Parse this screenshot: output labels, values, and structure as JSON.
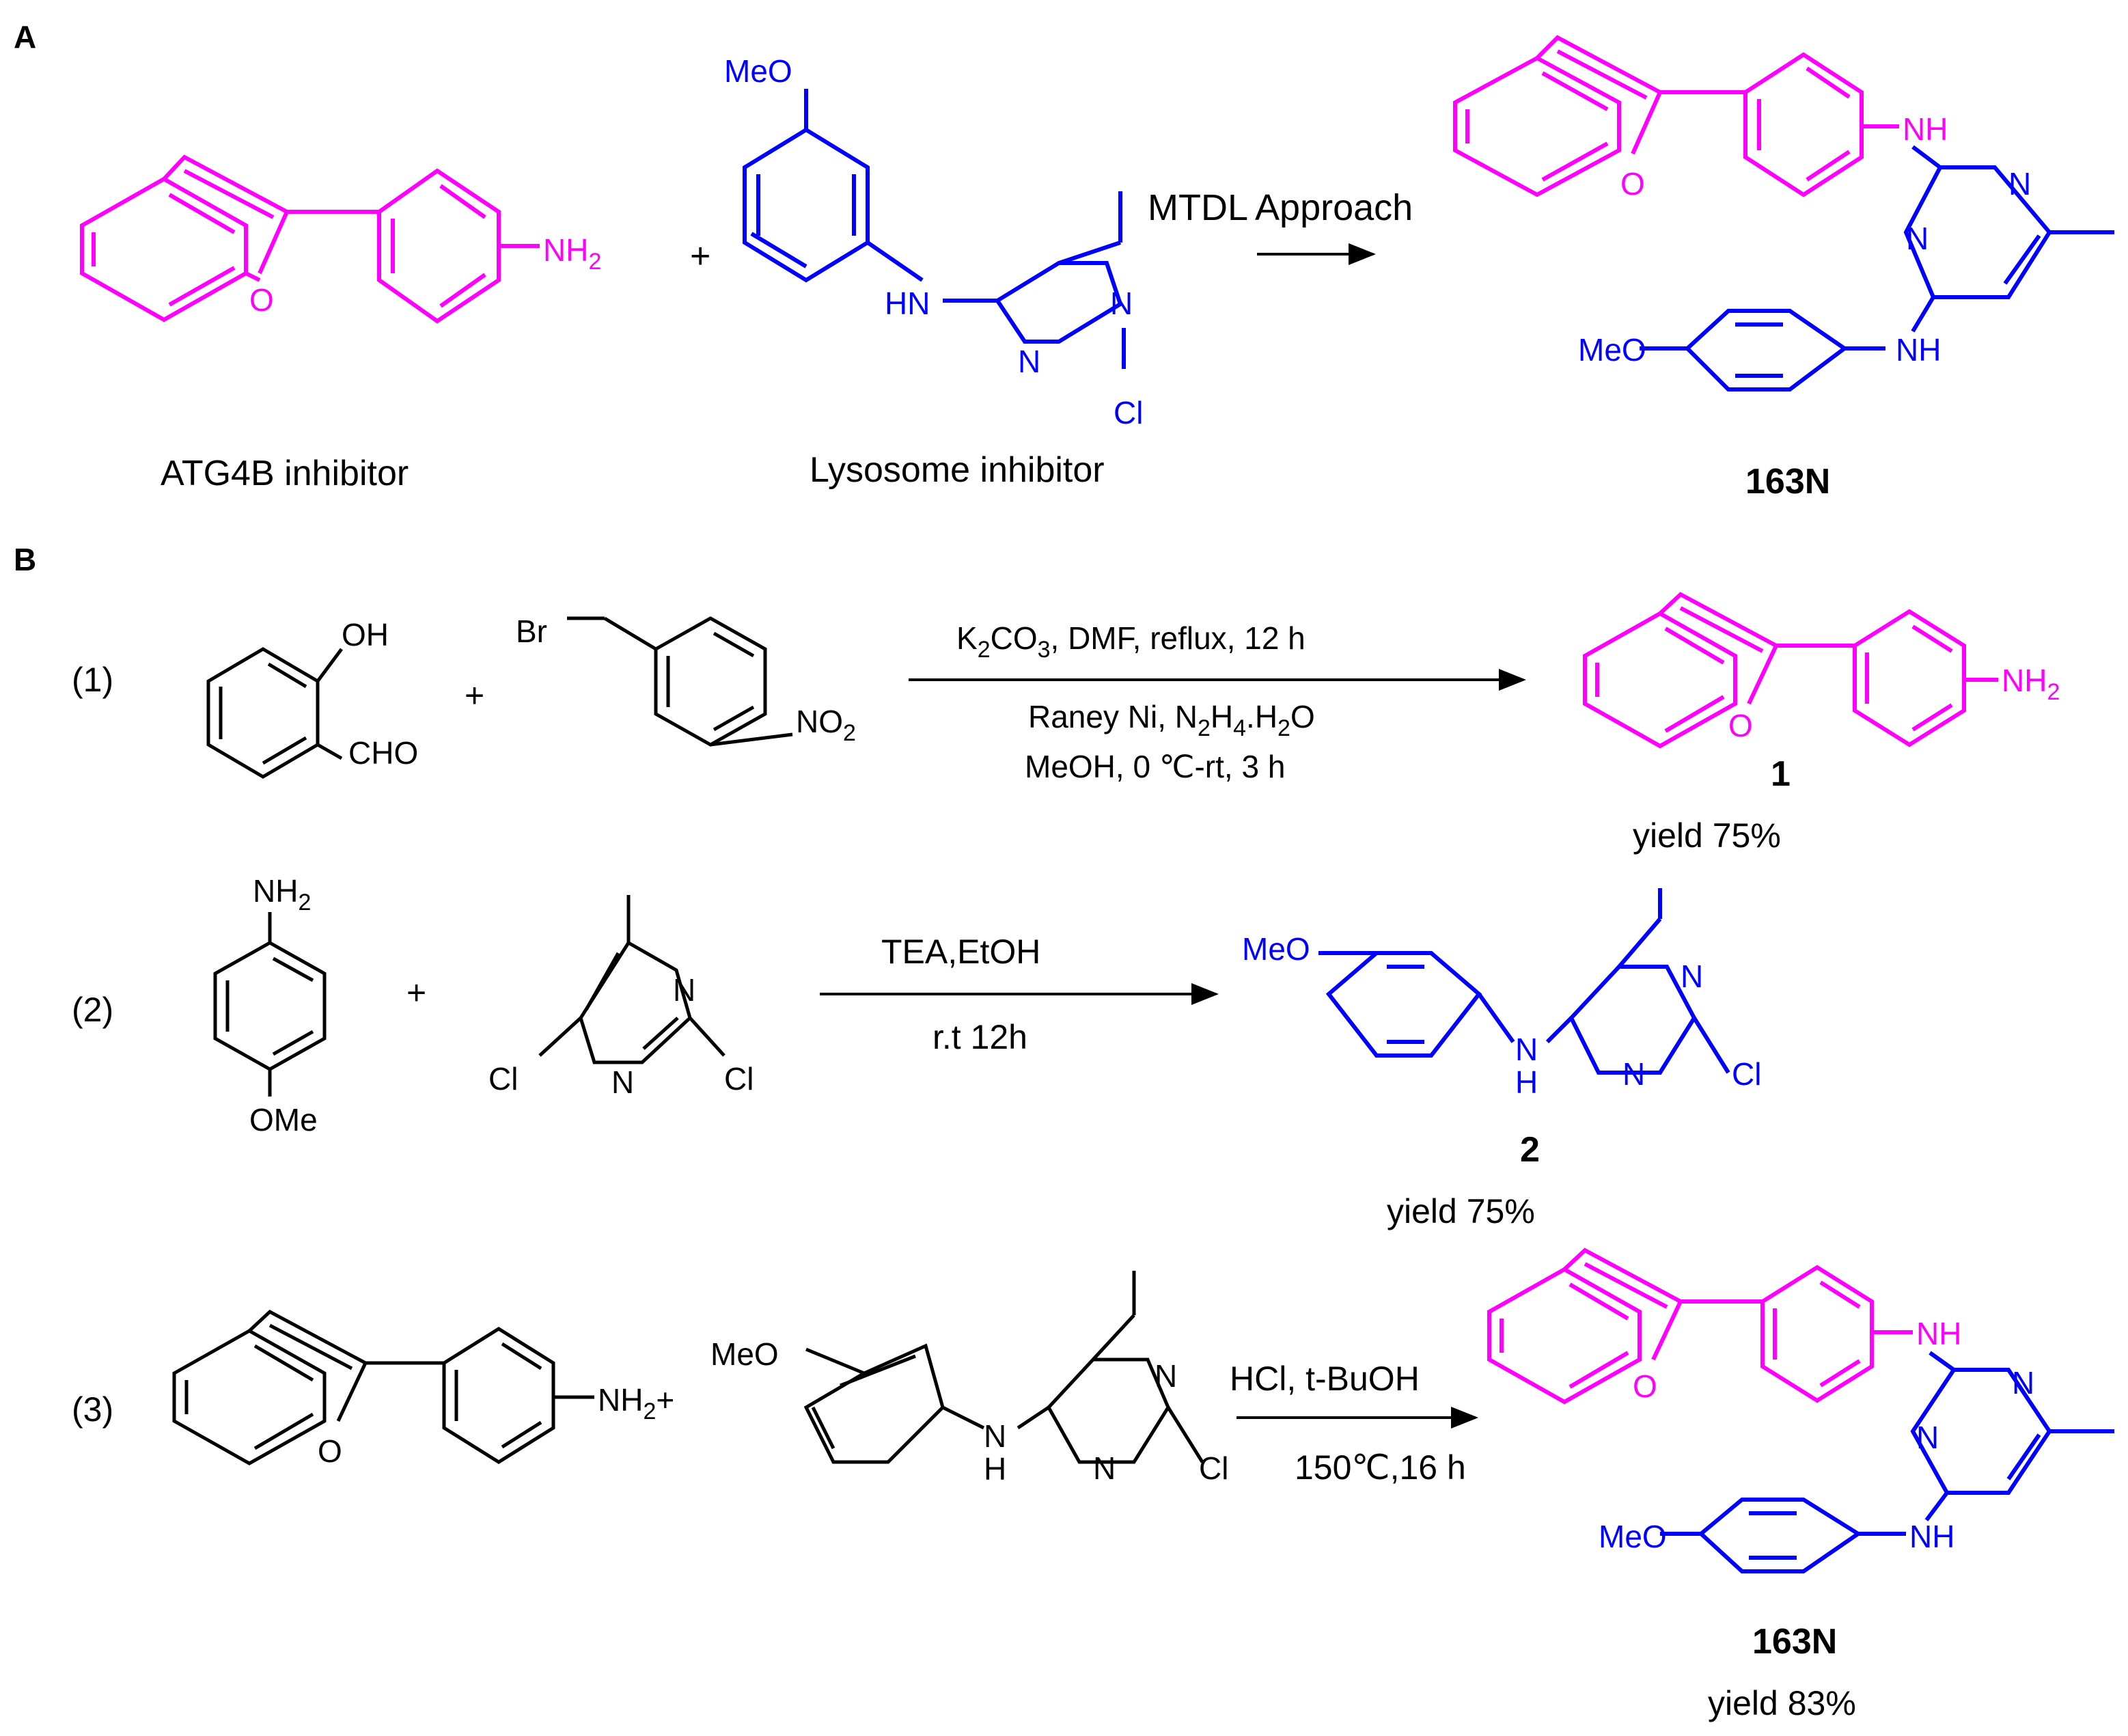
{
  "colors": {
    "magenta": "#ff00ff",
    "blue": "#0000ff",
    "black": "#000000"
  },
  "panelA": {
    "label": "A",
    "plus": "+",
    "arrow_label": "MTDL Approach",
    "atg4b_caption": "ATG4B  inhibitor",
    "lysosome_caption": "Lysosome  inhibitor",
    "product_name": "163N",
    "atoms": {
      "nh2": "NH",
      "nh2_sub": "2",
      "o": "O",
      "meo": "MeO",
      "hn": "HN",
      "n": "N",
      "cl": "Cl",
      "nh": "NH"
    }
  },
  "panelB": {
    "label": "B",
    "step1": {
      "num": "(1)",
      "plus": "+",
      "cond_top_a": "K",
      "cond_top_sub1": "2",
      "cond_top_b": "CO",
      "cond_top_sub2": "3",
      "cond_top_c": ", DMF, reflux, 12 h",
      "cond_b1_a": "Raney Ni, N",
      "cond_b1_sub1": "2",
      "cond_b1_b": "H",
      "cond_b1_sub2": "4",
      "cond_b1_c": ".H",
      "cond_b1_sub3": "2",
      "cond_b1_d": "O",
      "cond_b2": "MeOH, 0 ℃-rt, 3 h",
      "product_label": "1",
      "yield": "yield 75%",
      "atoms": {
        "oh": "OH",
        "cho": "CHO",
        "br": "Br",
        "no": "NO",
        "no_sub": "2",
        "o": "O",
        "nh": "NH",
        "nh_sub": "2"
      }
    },
    "step2": {
      "num": "(2)",
      "plus": "+",
      "cond_top": "TEA,EtOH",
      "cond_bottom": "r.t 12h",
      "product_label": "2",
      "yield": "yield 75%",
      "atoms": {
        "nh": "NH",
        "nh_sub": "2",
        "ome": "OMe",
        "cl": "Cl",
        "n": "N",
        "meo": "MeO",
        "h": "H"
      }
    },
    "step3": {
      "num": "(3)",
      "plus": "+",
      "cond_top": "HCl, t-BuOH",
      "cond_bottom": "150℃,16 h",
      "product_label": "163N",
      "yield": "yield 83%",
      "atoms": {
        "o": "O",
        "nh": "NH",
        "nh_sub": "2",
        "meo": "MeO",
        "n": "N",
        "h": "H",
        "cl": "Cl"
      }
    }
  }
}
